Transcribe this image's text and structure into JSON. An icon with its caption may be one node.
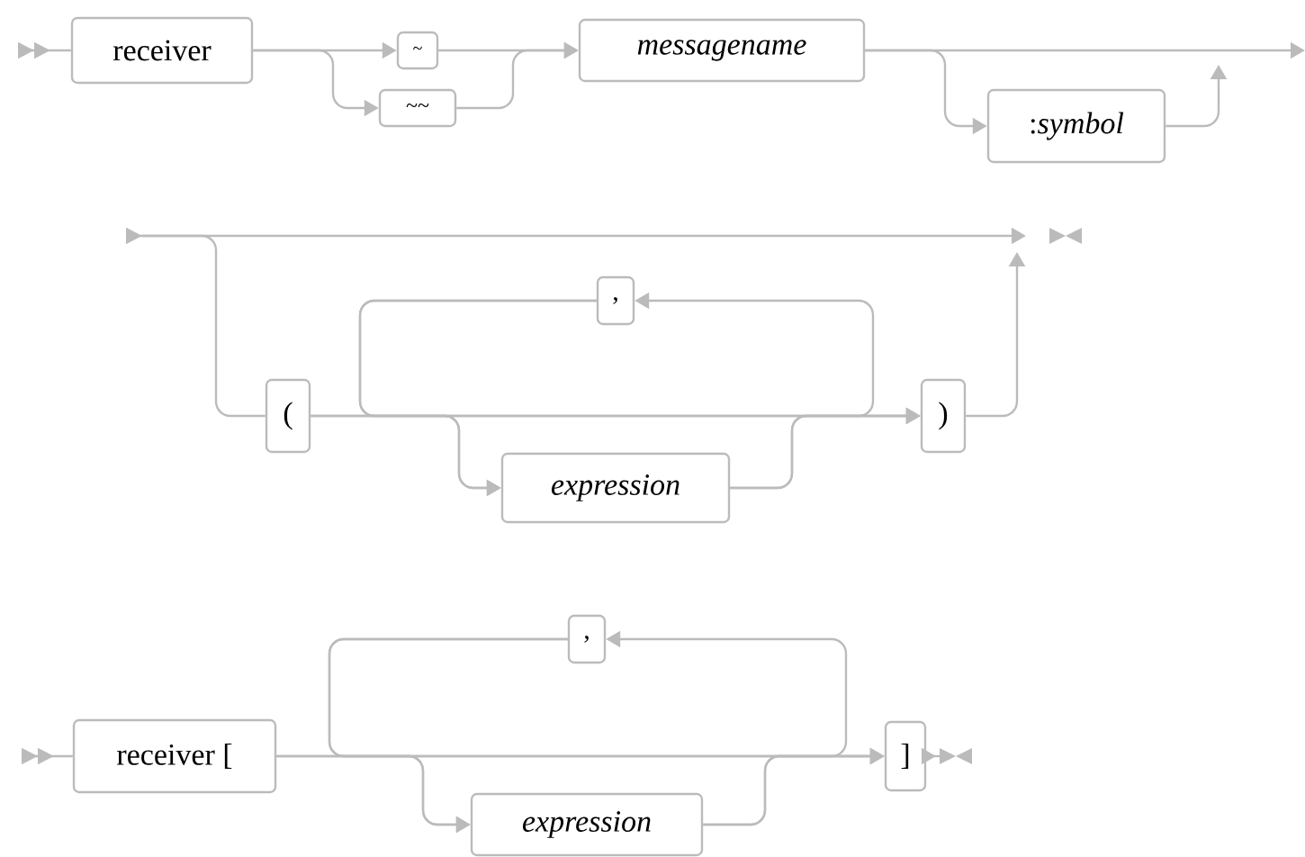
{
  "diagram": {
    "nodes": [
      {
        "text": [
          "receiver"
        ]
      },
      {
        "text": [
          "~"
        ]
      },
      {
        "text": [
          "~~"
        ]
      },
      {
        "text": [
          "*messagename*"
        ]
      },
      {
        "text": [
          ":*symbol*"
        ]
      },
      {
        "text": [
          "("
        ]
      },
      {
        "text": [
          ","
        ]
      },
      {
        "text": [
          "*expression*"
        ]
      },
      {
        "text": [
          ")"
        ]
      },
      {
        "text": [
          "receiver ["
        ]
      },
      {
        "text": [
          ","
        ]
      },
      {
        "text": [
          "*expression*"
        ]
      },
      {
        "text": [
          "]"
        ]
      }
    ],
    "edges": [
      {
        "from": null,
        "to": 0,
        "arrow": "to"
      },
      {
        "from": 0,
        "to": 1,
        "arrow": "to"
      },
      {
        "from": 0,
        "to": 2,
        "arrow": "to"
      },
      {
        "from": 1,
        "to": 3,
        "arrow": "to"
      },
      {
        "from": 2,
        "to": 3,
        "arrow": "to"
      },
      {
        "from": 3,
        "to": 4,
        "arrow": "to"
      },
      {
        "from": 3,
        "to": null,
        "arrow": "to"
      },
      {
        "from": 4,
        "to": null,
        "arrow": "to"
      },
      {
        "from": null,
        "to": 5,
        "arrow": "to"
      },
      {
        "from": 5,
        "to": 7,
        "arrow": "to"
      },
      {
        "from": 7,
        "to": 8,
        "arrow": "to"
      },
      {
        "from": 5,
        "to": 8,
        "arrow": "to"
      },
      {
        "from": 7,
        "to": 6,
        "arrow": "to"
      },
      {
        "from": 6,
        "to": 7,
        "arrow": "to"
      },
      {
        "from": 6,
        "to": 8,
        "arrow": "to"
      },
      {
        "from": 8,
        "to": null,
        "arrow": "to"
      },
      {
        "from": null,
        "to": 9,
        "arrow": "to"
      },
      {
        "from": 9,
        "to": 11,
        "arrow": "to"
      },
      {
        "from": 9,
        "to": 12,
        "arrow": "to"
      },
      {
        "from": 11,
        "to": 12,
        "arrow": "to"
      },
      {
        "from": 11,
        "to": 10,
        "arrow": "to"
      },
      {
        "from": 10,
        "to": 11,
        "arrow": "to"
      },
      {
        "from": 10,
        "to": 12,
        "arrow": "to"
      },
      {
        "from": 12,
        "to": null,
        "arrow": "to"
      }
    ]
  }
}
